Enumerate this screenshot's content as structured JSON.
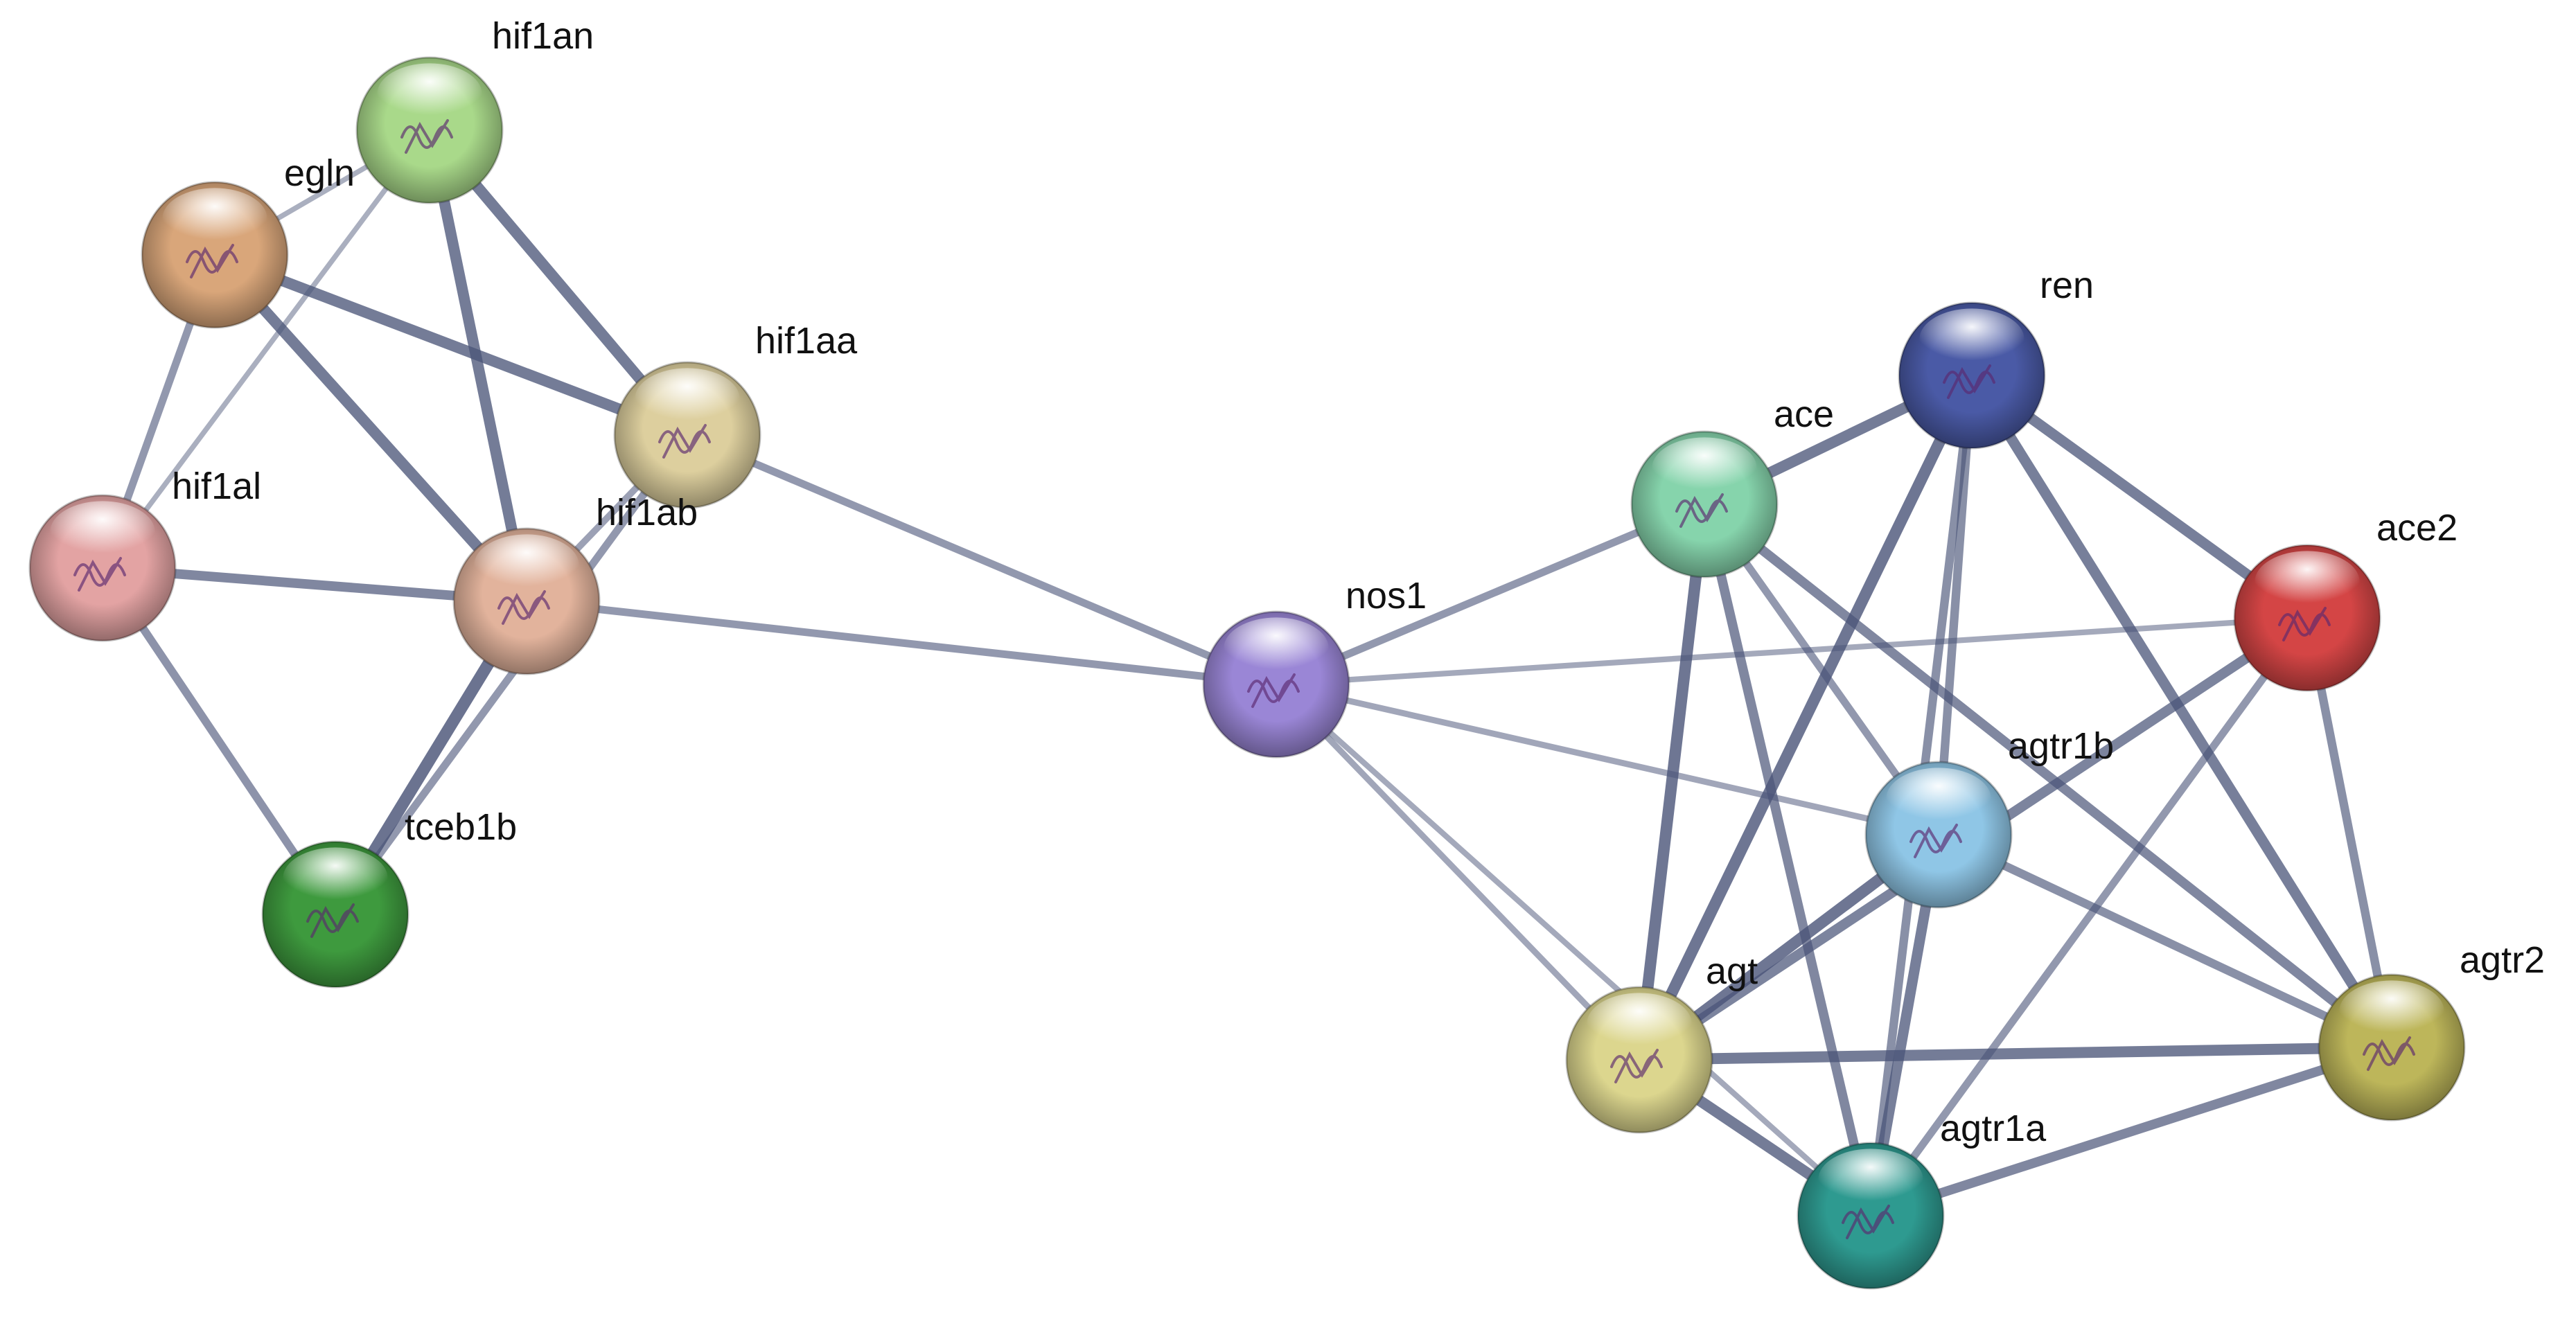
{
  "network": {
    "nodes": [
      {
        "id": "hif1an",
        "label": "hif1an",
        "color": "#a9d98a",
        "icon": "protein-structure-icon"
      },
      {
        "id": "egln",
        "label": "egln",
        "color": "#d9a67a",
        "icon": "protein-structure-icon"
      },
      {
        "id": "hif1aa",
        "label": "hif1aa",
        "color": "#ddcf9e",
        "icon": "protein-structure-icon"
      },
      {
        "id": "hif1al",
        "label": "hif1al",
        "color": "#e3a3a3",
        "icon": "protein-structure-icon"
      },
      {
        "id": "hif1ab",
        "label": "hif1ab",
        "color": "#e2b39c",
        "icon": "protein-structure-icon"
      },
      {
        "id": "tceb1b",
        "label": "tceb1b",
        "color": "#3e9a3e",
        "icon": "protein-structure-icon"
      },
      {
        "id": "nos1",
        "label": "nos1",
        "color": "#9a86d6",
        "icon": "protein-structure-icon"
      },
      {
        "id": "ace",
        "label": "ace",
        "color": "#86d4ac",
        "icon": "protein-structure-icon"
      },
      {
        "id": "ren",
        "label": "ren",
        "color": "#4a5aa6",
        "icon": "protein-structure-icon"
      },
      {
        "id": "ace2",
        "label": "ace2",
        "color": "#d44545",
        "icon": "protein-structure-icon"
      },
      {
        "id": "agtr1b",
        "label": "agtr1b",
        "color": "#8fc6e6",
        "icon": "protein-structure-icon"
      },
      {
        "id": "agt",
        "label": "agt",
        "color": "#dcd68e",
        "icon": "protein-structure-icon"
      },
      {
        "id": "agtr2",
        "label": "agtr2",
        "color": "#bdb65a",
        "icon": "protein-structure-icon"
      },
      {
        "id": "agtr1a",
        "label": "agtr1a",
        "color": "#2e9a90",
        "icon": "protein-structure-icon"
      }
    ],
    "edges": [
      {
        "a": "hif1an",
        "b": "egln",
        "strength": 0.25
      },
      {
        "a": "hif1an",
        "b": "hif1aa",
        "strength": 0.85
      },
      {
        "a": "hif1an",
        "b": "hif1ab",
        "strength": 0.85
      },
      {
        "a": "hif1an",
        "b": "hif1al",
        "strength": 0.25
      },
      {
        "a": "egln",
        "b": "hif1aa",
        "strength": 0.85
      },
      {
        "a": "egln",
        "b": "hif1ab",
        "strength": 0.85
      },
      {
        "a": "egln",
        "b": "hif1al",
        "strength": 0.5
      },
      {
        "a": "hif1al",
        "b": "hif1ab",
        "strength": 0.7
      },
      {
        "a": "hif1al",
        "b": "tceb1b",
        "strength": 0.55
      },
      {
        "a": "hif1aa",
        "b": "hif1ab",
        "strength": 0.4
      },
      {
        "a": "hif1aa",
        "b": "tceb1b",
        "strength": 0.5
      },
      {
        "a": "hif1ab",
        "b": "tceb1b",
        "strength": 0.95
      },
      {
        "a": "hif1aa",
        "b": "nos1",
        "strength": 0.5
      },
      {
        "a": "hif1ab",
        "b": "nos1",
        "strength": 0.5
      },
      {
        "a": "nos1",
        "b": "ace",
        "strength": 0.5
      },
      {
        "a": "nos1",
        "b": "ace2",
        "strength": 0.3
      },
      {
        "a": "nos1",
        "b": "agtr1b",
        "strength": 0.35
      },
      {
        "a": "nos1",
        "b": "agt",
        "strength": 0.35
      },
      {
        "a": "nos1",
        "b": "agtr1a",
        "strength": 0.3
      },
      {
        "a": "ace",
        "b": "ren",
        "strength": 0.85
      },
      {
        "a": "ace",
        "b": "agt",
        "strength": 0.9
      },
      {
        "a": "ace",
        "b": "agtr1a",
        "strength": 0.7
      },
      {
        "a": "ace",
        "b": "agtr1b",
        "strength": 0.5
      },
      {
        "a": "ace",
        "b": "agtr2",
        "strength": 0.7
      },
      {
        "a": "ren",
        "b": "agt",
        "strength": 0.9
      },
      {
        "a": "ren",
        "b": "agtr1b",
        "strength": 0.6
      },
      {
        "a": "ren",
        "b": "agtr1a",
        "strength": 0.6
      },
      {
        "a": "ren",
        "b": "agtr2",
        "strength": 0.8
      },
      {
        "a": "ren",
        "b": "ace2",
        "strength": 0.8
      },
      {
        "a": "ace2",
        "b": "agt",
        "strength": 0.75
      },
      {
        "a": "ace2",
        "b": "agtr2",
        "strength": 0.6
      },
      {
        "a": "ace2",
        "b": "agtr1a",
        "strength": 0.5
      },
      {
        "a": "agtr1b",
        "b": "agt",
        "strength": 0.9
      },
      {
        "a": "agtr1b",
        "b": "agtr1a",
        "strength": 0.8
      },
      {
        "a": "agtr1b",
        "b": "agtr2",
        "strength": 0.6
      },
      {
        "a": "agt",
        "b": "agtr2",
        "strength": 0.85
      },
      {
        "a": "agt",
        "b": "agtr1a",
        "strength": 0.85
      },
      {
        "a": "agtr1a",
        "b": "agtr2",
        "strength": 0.7
      }
    ]
  }
}
